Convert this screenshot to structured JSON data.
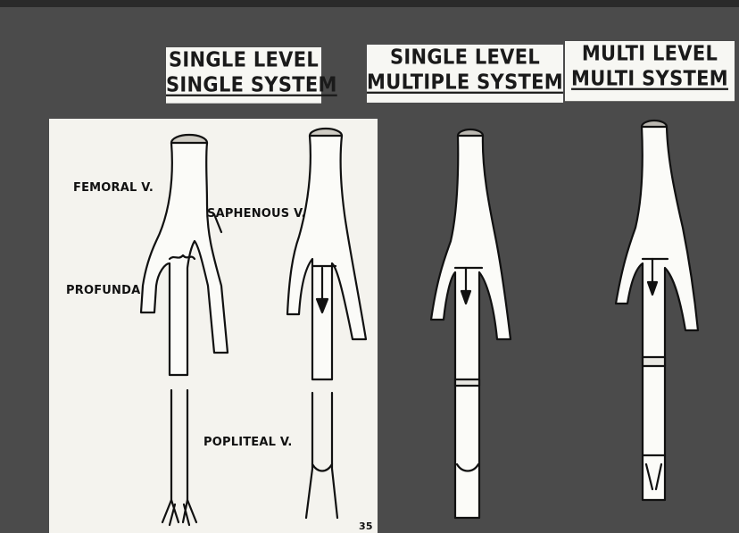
{
  "headings": [
    {
      "line1": "SINGLE LEVEL",
      "line2": "SINGLE SYSTEM"
    },
    {
      "line1": "SINGLE LEVEL",
      "line2": "MULTIPLE SYSTEM"
    },
    {
      "line1": "MULTI LEVEL",
      "line2": "MULTI SYSTEM"
    }
  ],
  "labels": {
    "femoral": "FEMORAL V.",
    "saphenous": "SAPHENOUS V.",
    "profunda": "PROFUNDA",
    "popliteal": "POPLITEAL V.",
    "plate_number": "35"
  },
  "colors": {
    "background": "#4b4b4b",
    "panel": "#f4f3ee",
    "vein_fill": "#fbfbf8",
    "ink": "#111111"
  }
}
